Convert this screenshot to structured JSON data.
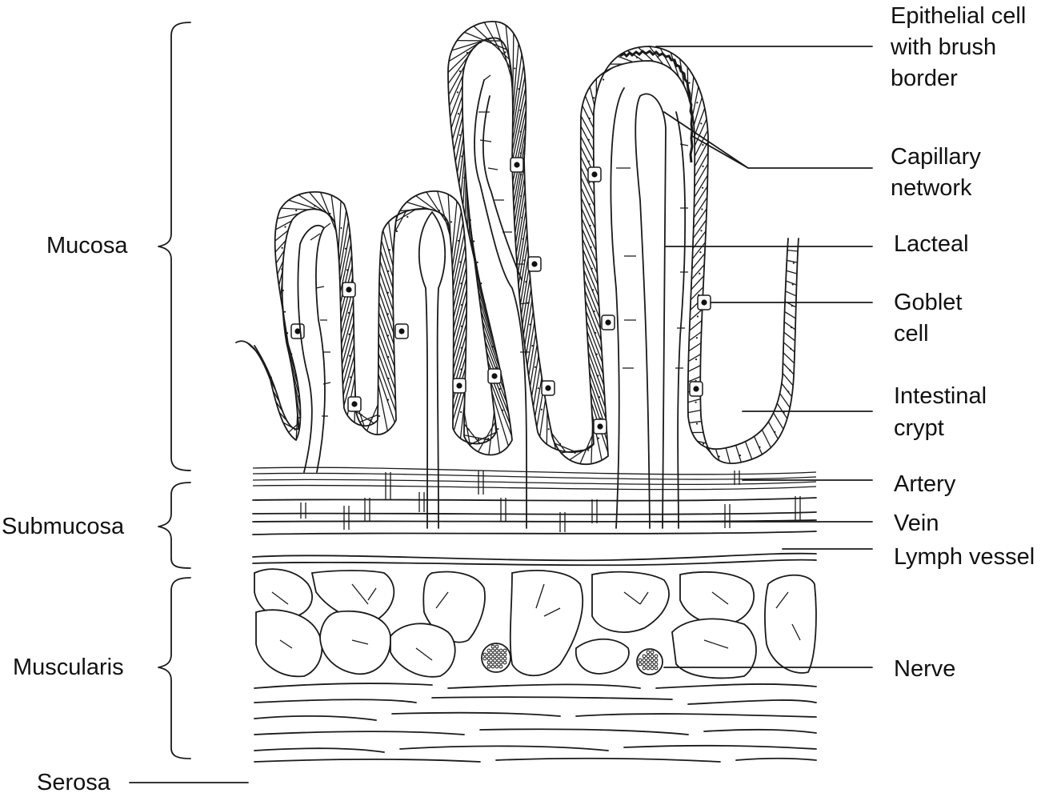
{
  "diagram": {
    "layer_labels": {
      "mucosa": "Mucosa",
      "submucosa": "Submucosa",
      "muscularis": "Muscularis",
      "serosa": "Serosa"
    },
    "structure_labels": {
      "epithelial_line1": "Epithelial cell",
      "epithelial_line2": "with brush",
      "epithelial_line3": "border",
      "capillary_line1": "Capillary",
      "capillary_line2": "network",
      "lacteal": "Lacteal",
      "goblet_line1": "Goblet",
      "goblet_line2": "cell",
      "crypt_line1": "Intestinal",
      "crypt_line2": "crypt",
      "artery": "Artery",
      "vein": "Vein",
      "lymph": "Lymph vessel",
      "nerve": "Nerve"
    }
  }
}
